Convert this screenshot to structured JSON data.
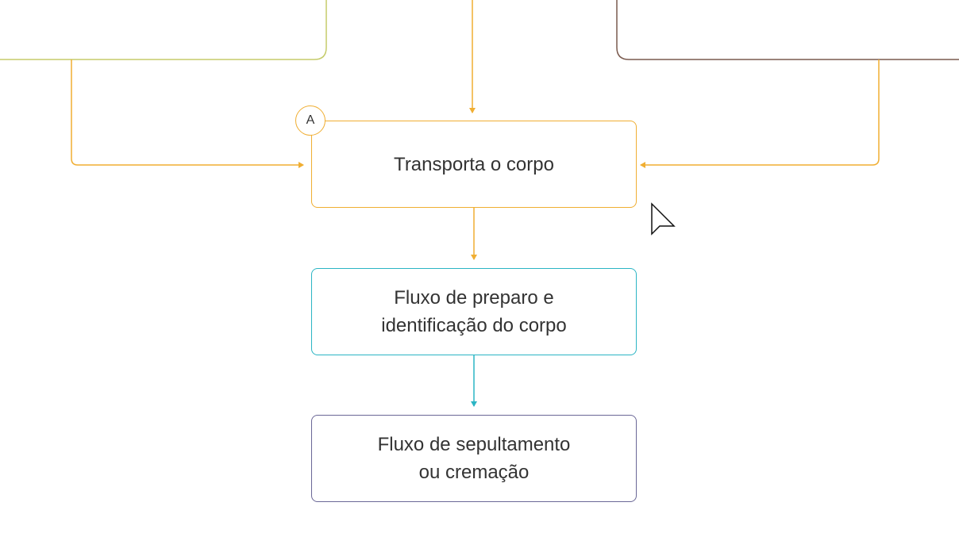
{
  "diagram": {
    "nodes": {
      "transporta": "Transporta o corpo",
      "preparo": "Fluxo de preparo e\nidentificação do corpo",
      "sepultamento": "Fluxo de sepultamento\nou cremação"
    },
    "badge": "A",
    "colors": {
      "orange": "#f0ae32",
      "teal": "#2bb5c4",
      "purple": "#6a6796",
      "olive": "#c5cb6a",
      "brown": "#7a5a4e"
    }
  }
}
